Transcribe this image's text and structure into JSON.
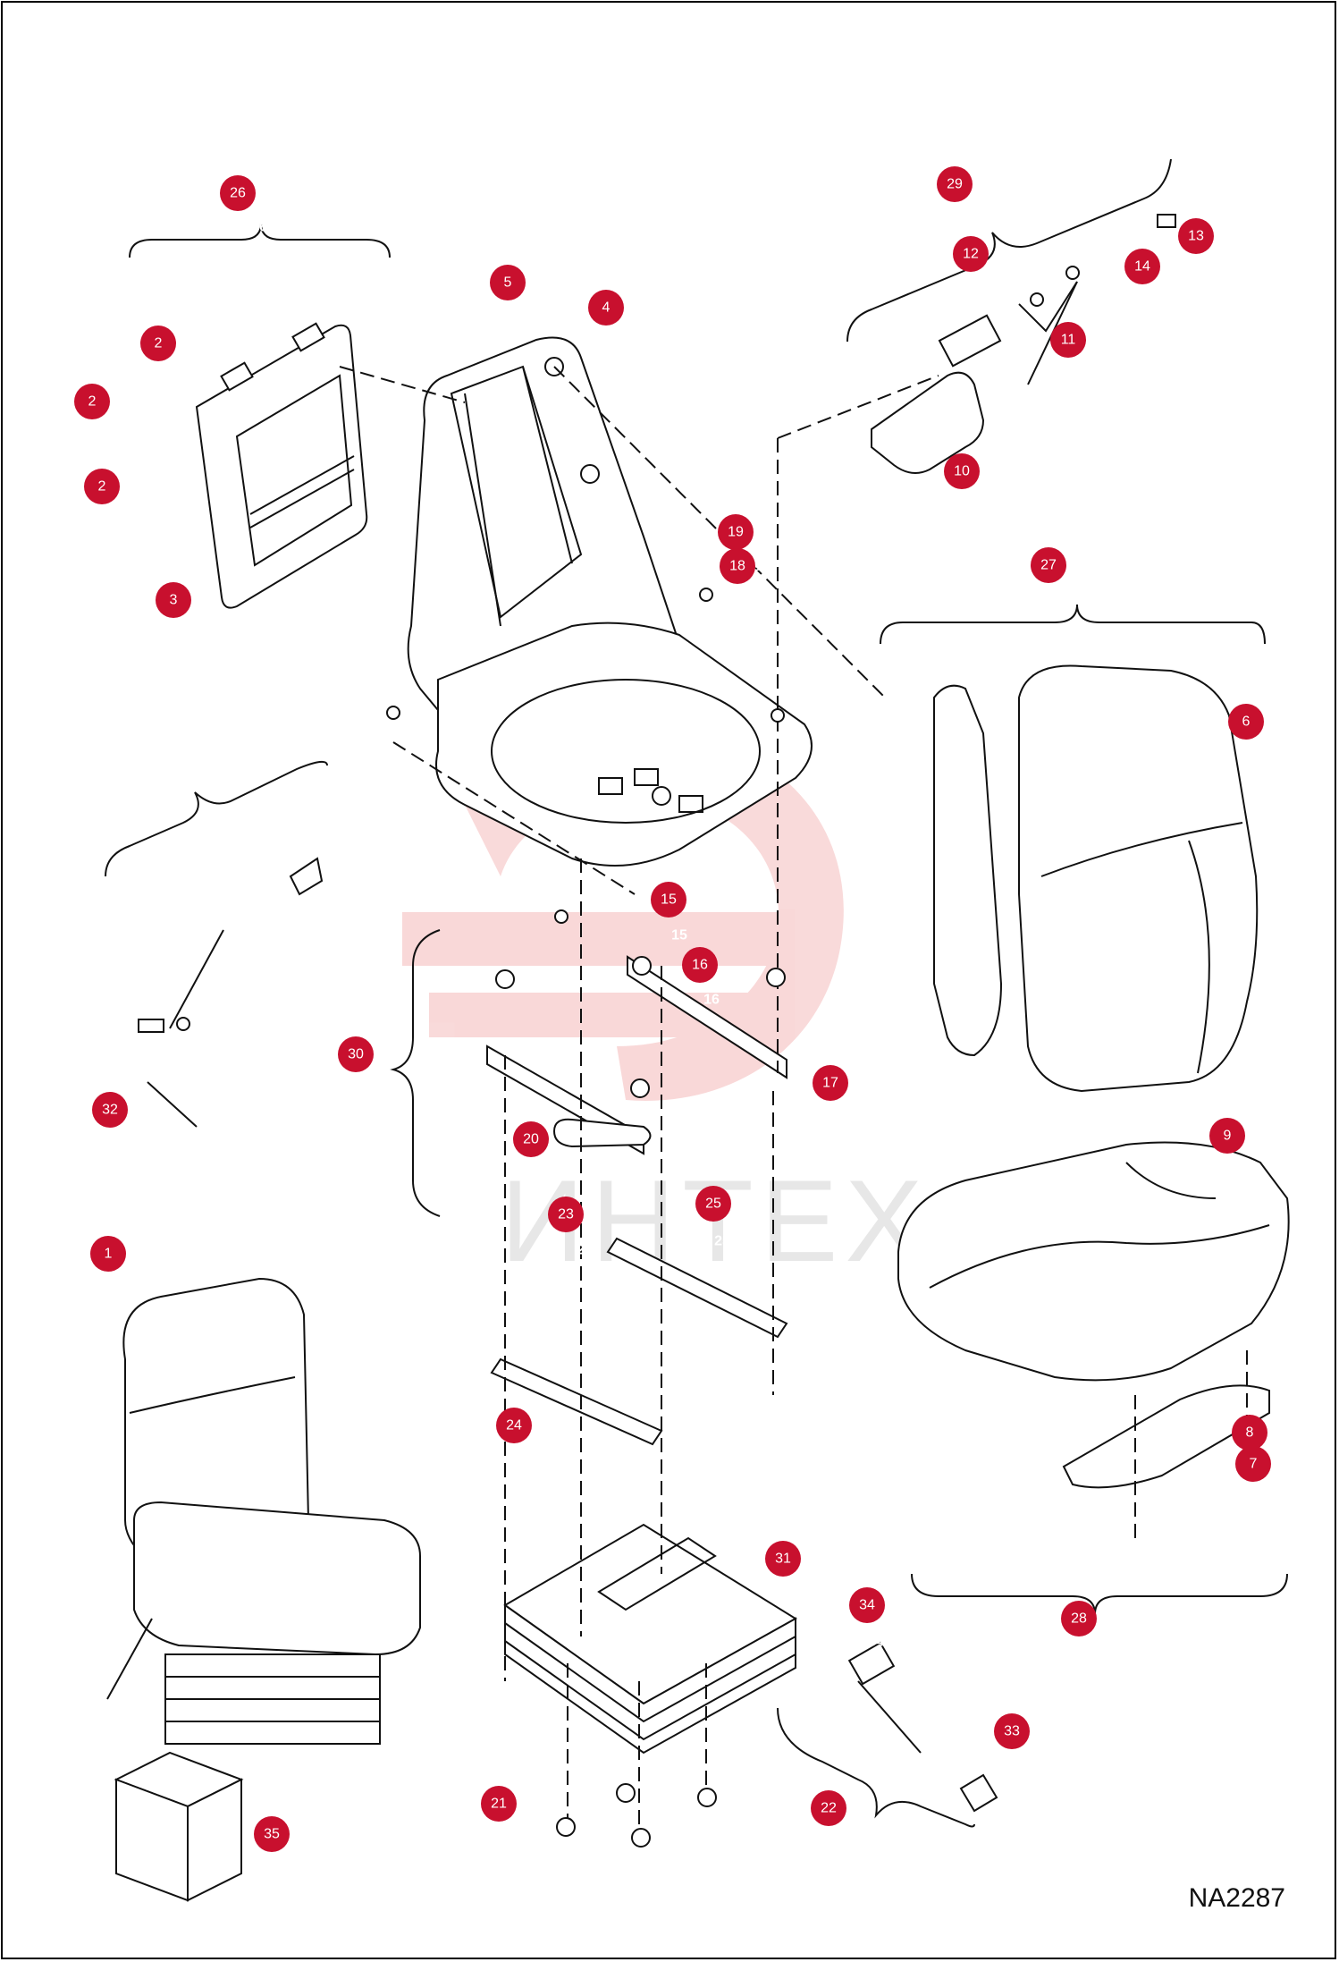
{
  "document_id": "NA2287",
  "watermark_text": "ИНТЕХ",
  "colors": {
    "callout_badge": "#c8102e",
    "line": "#111111",
    "watermark": "#e8b4b4"
  },
  "callouts": [
    {
      "n": "26",
      "label": "26"
    },
    {
      "n": "29",
      "label": "29"
    },
    {
      "n": "5",
      "label": "5"
    },
    {
      "n": "4",
      "label": "4"
    },
    {
      "n": "12",
      "label": "12"
    },
    {
      "n": "13",
      "label": "13"
    },
    {
      "n": "14",
      "label": "14"
    },
    {
      "n": "11",
      "label": "11"
    },
    {
      "n": "2",
      "label": "2"
    },
    {
      "n": "2b",
      "label": "2"
    },
    {
      "n": "2c",
      "label": "2"
    },
    {
      "n": "3",
      "label": "3"
    },
    {
      "n": "10",
      "label": "10"
    },
    {
      "n": "19",
      "label": "19"
    },
    {
      "n": "18",
      "label": "18"
    },
    {
      "n": "27",
      "label": "27"
    },
    {
      "n": "6",
      "label": "6"
    },
    {
      "n": "15",
      "label": "15"
    },
    {
      "n": "16",
      "label": "16"
    },
    {
      "n": "17",
      "label": "17"
    },
    {
      "n": "30",
      "label": "30"
    },
    {
      "n": "20",
      "label": "20"
    },
    {
      "n": "32",
      "label": "32"
    },
    {
      "n": "9",
      "label": "9"
    },
    {
      "n": "23",
      "label": "23"
    },
    {
      "n": "25",
      "label": "25"
    },
    {
      "n": "1",
      "label": "1"
    },
    {
      "n": "24",
      "label": "24"
    },
    {
      "n": "8",
      "label": "8"
    },
    {
      "n": "7",
      "label": "7"
    },
    {
      "n": "31",
      "label": "31"
    },
    {
      "n": "34",
      "label": "34"
    },
    {
      "n": "28",
      "label": "28"
    },
    {
      "n": "33",
      "label": "33"
    },
    {
      "n": "21",
      "label": "21"
    },
    {
      "n": "22",
      "label": "22"
    },
    {
      "n": "35",
      "label": "35"
    }
  ]
}
